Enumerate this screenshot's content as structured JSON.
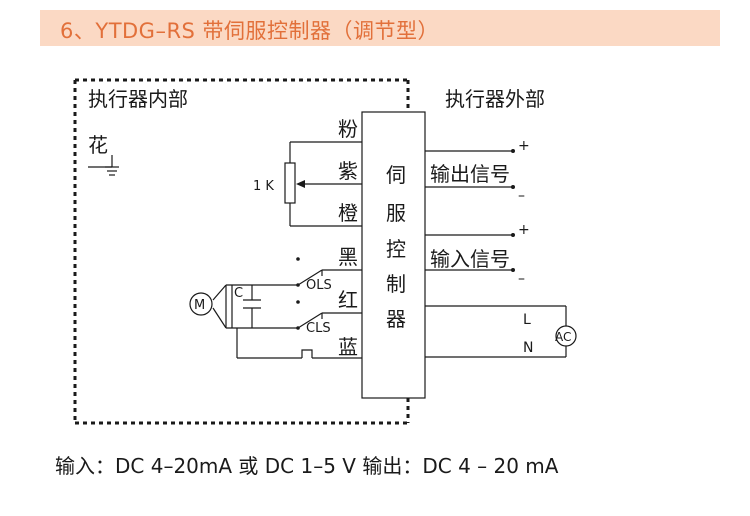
{
  "title": "6、YTDG–RS  带伺服控制器（调节型）",
  "diagram": {
    "inner_label": "执行器内部",
    "outer_label": "执行器外部",
    "ground_label": "花",
    "wire_labels": [
      "粉",
      "紫",
      "橙",
      "黑",
      "红",
      "蓝"
    ],
    "potentiometer_label": "1 K",
    "controller_label": [
      "伺",
      "服",
      "控",
      "制",
      "器"
    ],
    "output_signal": "输出信号",
    "input_signal": "输入信号",
    "plus": "+",
    "minus": "–",
    "motor_label": "M",
    "capacitor_label": "C",
    "ols_label": "OLS",
    "cls_label": "CLS",
    "l_label": "L",
    "n_label": "N",
    "ac_label": "AC"
  },
  "spec_line": "输入：DC  4–20mA 或  DC   1–5 V  输出：DC  4 – 20 mA",
  "colors": {
    "header_bg": "#fbd9c4",
    "header_text": "#e2703a"
  }
}
